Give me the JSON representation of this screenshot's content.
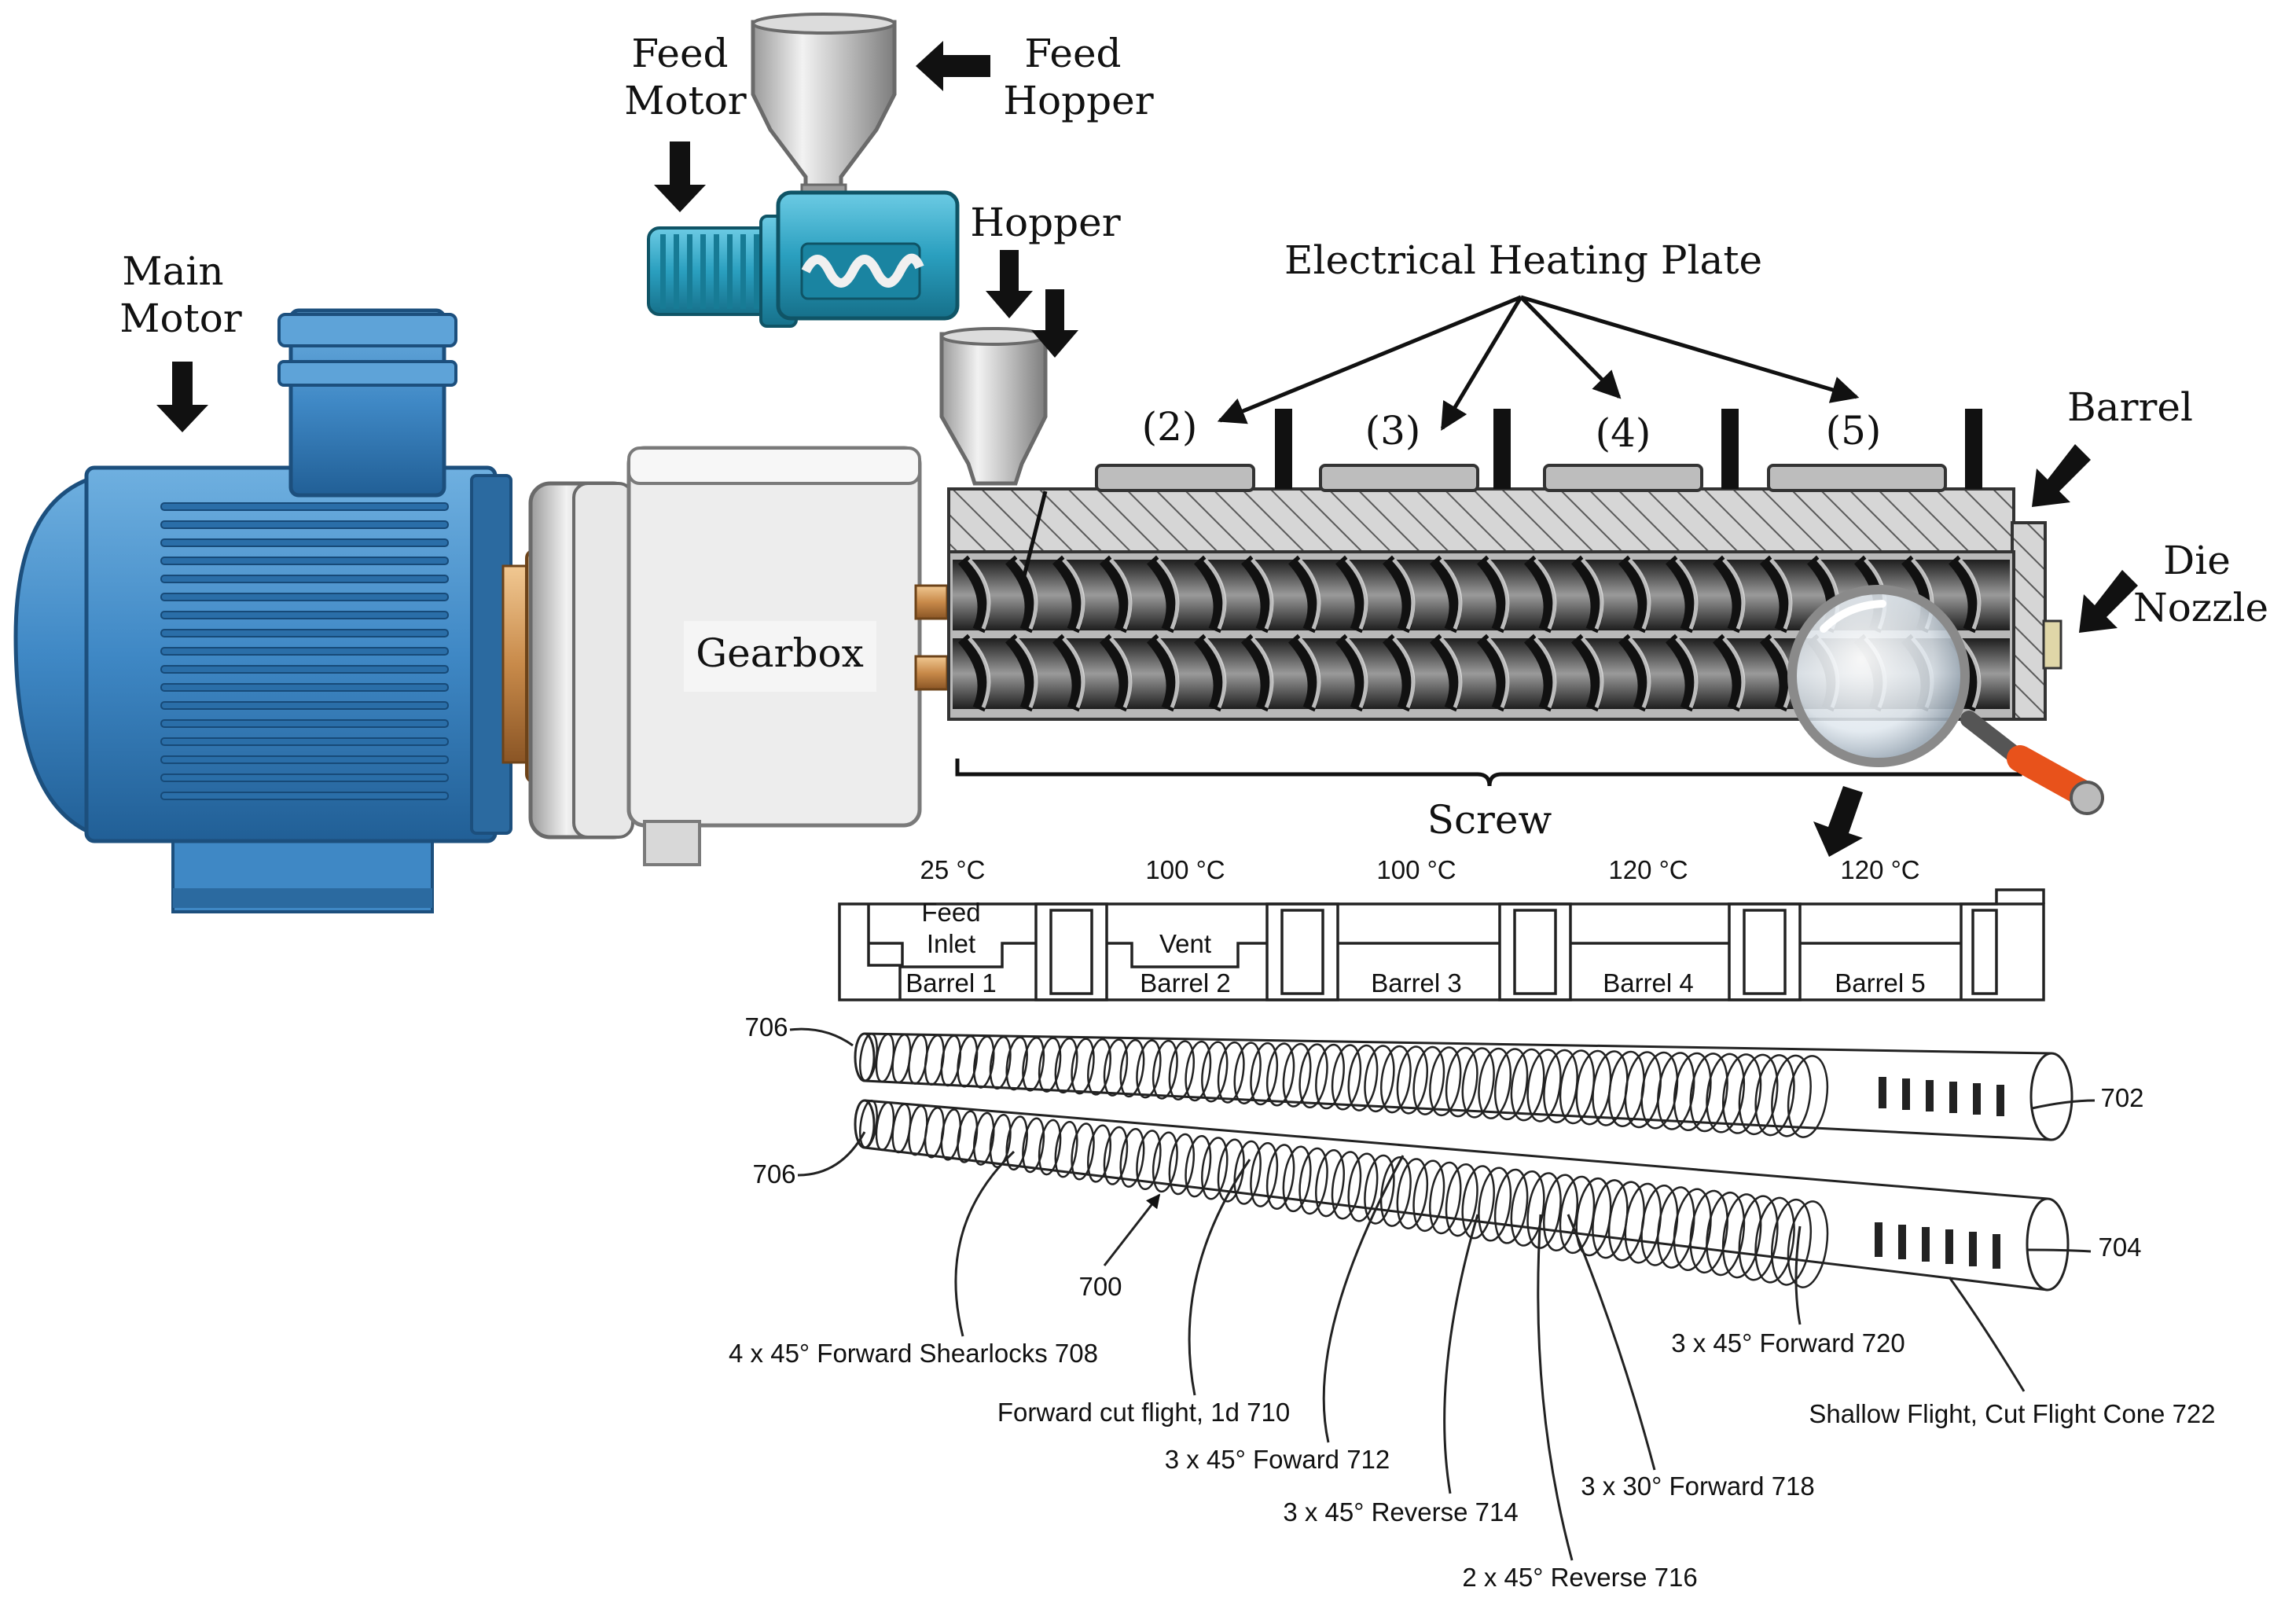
{
  "labels": {
    "main_motor_1": "Main",
    "main_motor_2": "Motor",
    "feed_motor_1": "Feed",
    "feed_motor_2": "Motor",
    "feed_hopper_1": "Feed",
    "feed_hopper_2": "Hopper",
    "hopper": "Hopper",
    "heating_plate": "Electrical Heating Plate",
    "barrel": "Barrel",
    "die_nozzle_1": "Die",
    "die_nozzle_2": "Nozzle",
    "gearbox": "Gearbox",
    "screw": "Screw"
  },
  "zones": [
    "(2)",
    "(3)",
    "(4)",
    "(5)"
  ],
  "temperatures": [
    "25 °C",
    "100 °C",
    "100 °C",
    "120 °C",
    "120 °C"
  ],
  "barrel_sections": {
    "feed_inlet_1": "Feed",
    "feed_inlet_2": "Inlet",
    "vent": "Vent",
    "barrels": [
      "Barrel 1",
      "Barrel 2",
      "Barrel 3",
      "Barrel 4",
      "Barrel 5"
    ]
  },
  "reference_numbers": {
    "top_shaft_start": "706",
    "bottom_shaft_start": "706",
    "assembly": "700",
    "top_shaft_end": "702",
    "bottom_shaft_end": "704"
  },
  "screw_elements": [
    "4 x 45° Forward Shearlocks  708",
    "Forward cut flight, 1d  710",
    "3 x 45° Foward  712",
    "3 x 45° Reverse  714",
    "2 x 45° Reverse  716",
    "3 x 30° Forward  718",
    "3 x 45° Forward  720",
    "Shallow Flight, Cut Flight Cone  722"
  ],
  "colors": {
    "motor_blue": "#3f88c5",
    "feeder_teal": "#2a9fbf",
    "gearbox_gray": "#ececec",
    "barrel_gray": "#c9c9c9",
    "screw_dark": "#2f2f2f",
    "magnifier_handle": "#e8521b"
  }
}
